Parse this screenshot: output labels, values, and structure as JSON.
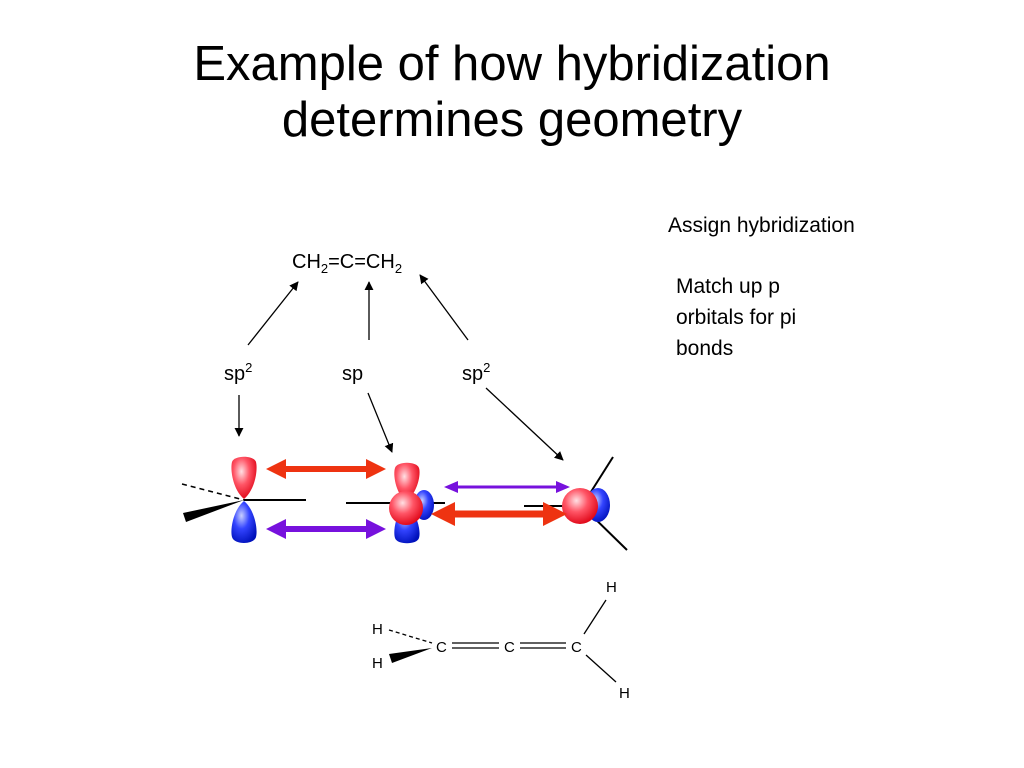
{
  "title": {
    "line1": "Example of how hybridization",
    "line2": "determines geometry"
  },
  "notes": {
    "assign": "Assign hybridization",
    "match": "Match up p orbitals for pi bonds"
  },
  "formula": {
    "ch_left": "CH",
    "sub_left": "2",
    "middle": "=C=CH",
    "sub_right": "2"
  },
  "hybridization_labels": {
    "left": "sp",
    "left_sup": "2",
    "middle": "sp",
    "right": "sp",
    "right_sup": "2"
  },
  "structure": {
    "carbon": "C",
    "hydrogen": "H"
  },
  "colors": {
    "orbital_red": "#ff3344",
    "orbital_blue": "#2233ee",
    "arrow_orange": "#ee3311",
    "arrow_purple": "#7711dd"
  }
}
